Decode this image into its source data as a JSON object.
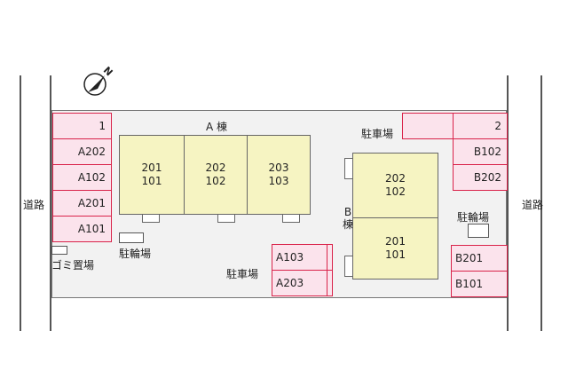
{
  "roads": {
    "left_label": "道路",
    "right_label": "道路"
  },
  "compass": {
    "label": "N"
  },
  "building_a": {
    "title": "A棟",
    "units": [
      {
        "top": "201",
        "bottom": "101"
      },
      {
        "top": "202",
        "bottom": "102"
      },
      {
        "top": "203",
        "bottom": "103"
      }
    ]
  },
  "building_b": {
    "title": "B\n棟",
    "units": [
      {
        "top": "202",
        "bottom": "102"
      },
      {
        "top": "201",
        "bottom": "101"
      }
    ]
  },
  "parking_left": [
    "1",
    "A202",
    "A102",
    "A201",
    "A101"
  ],
  "parking_right": [
    "2",
    "B102",
    "B202"
  ],
  "parking_center": [
    "A103",
    "A203"
  ],
  "parking_bottom_right": [
    "B201",
    "B101"
  ],
  "labels": {
    "parking_top": "駐車場",
    "parking_mid": "駐車場",
    "bicycle_left": "駐輪場",
    "bicycle_right": "駐輪場",
    "garbage": "ゴミ置場"
  }
}
